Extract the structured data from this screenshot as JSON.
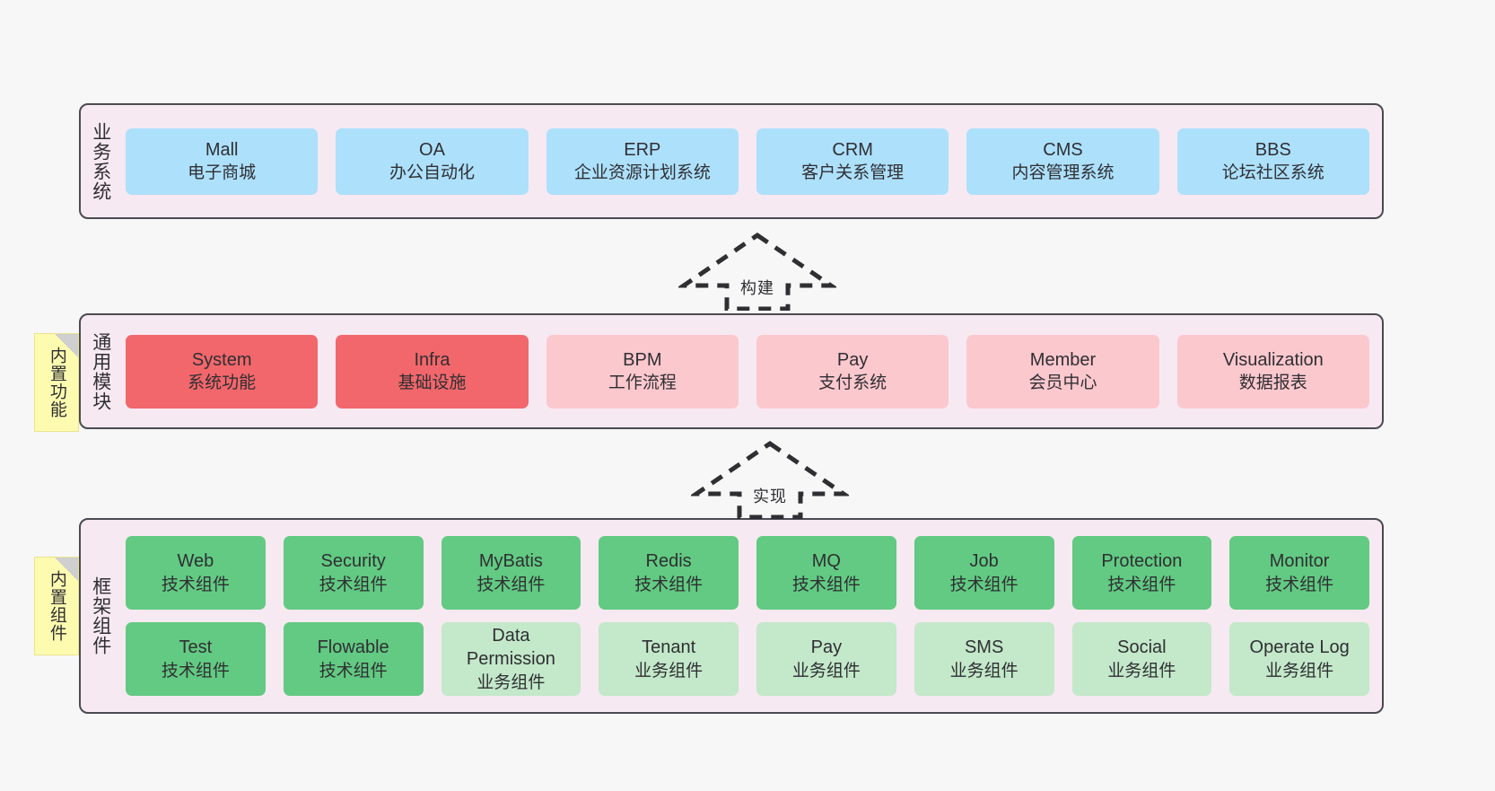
{
  "canvas": {
    "background": "#f7f7f7",
    "panel_fill": "#f7e9f2",
    "panel_border": "#4a4a52"
  },
  "layers": [
    {
      "id": "business",
      "label": "业务系统",
      "rows": [
        {
          "boxes": [
            {
              "title": "Mall",
              "sub": "电子商城",
              "color": "#ade0fb"
            },
            {
              "title": "OA",
              "sub": "办公自动化",
              "color": "#ade0fb"
            },
            {
              "title": "ERP",
              "sub": "企业资源计划系统",
              "color": "#ade0fb"
            },
            {
              "title": "CRM",
              "sub": "客户关系管理",
              "color": "#ade0fb"
            },
            {
              "title": "CMS",
              "sub": "内容管理系统",
              "color": "#ade0fb"
            },
            {
              "title": "BBS",
              "sub": "论坛社区系统",
              "color": "#ade0fb"
            }
          ]
        }
      ]
    },
    {
      "id": "common",
      "label": "通用模块",
      "sticky": "内置功能",
      "rows": [
        {
          "boxes": [
            {
              "title": "System",
              "sub": "系统功能",
              "color": "#f2676b"
            },
            {
              "title": "Infra",
              "sub": "基础设施",
              "color": "#f2676b"
            },
            {
              "title": "BPM",
              "sub": "工作流程",
              "color": "#fbc8ce"
            },
            {
              "title": "Pay",
              "sub": "支付系统",
              "color": "#fbc8ce"
            },
            {
              "title": "Member",
              "sub": "会员中心",
              "color": "#fbc8ce"
            },
            {
              "title": "Visualization",
              "sub": "数据报表",
              "color": "#fbc8ce"
            }
          ]
        }
      ]
    },
    {
      "id": "framework",
      "label": "框架组件",
      "sticky": "内置组件",
      "rows": [
        {
          "boxes": [
            {
              "title": "Web",
              "sub": "技术组件",
              "color": "#62ca82"
            },
            {
              "title": "Security",
              "sub": "技术组件",
              "color": "#62ca82"
            },
            {
              "title": "MyBatis",
              "sub": "技术组件",
              "color": "#62ca82"
            },
            {
              "title": "Redis",
              "sub": "技术组件",
              "color": "#62ca82"
            },
            {
              "title": "MQ",
              "sub": "技术组件",
              "color": "#62ca82"
            },
            {
              "title": "Job",
              "sub": "技术组件",
              "color": "#62ca82"
            },
            {
              "title": "Protection",
              "sub": "技术组件",
              "color": "#62ca82"
            },
            {
              "title": "Monitor",
              "sub": "技术组件",
              "color": "#62ca82"
            }
          ]
        },
        {
          "boxes": [
            {
              "title": "Test",
              "sub": "技术组件",
              "color": "#62ca82"
            },
            {
              "title": "Flowable",
              "sub": "技术组件",
              "color": "#62ca82"
            },
            {
              "title": "Data Permission",
              "sub": "业务组件",
              "color": "#c3e8ca"
            },
            {
              "title": "Tenant",
              "sub": "业务组件",
              "color": "#c3e8ca"
            },
            {
              "title": "Pay",
              "sub": "业务组件",
              "color": "#c3e8ca"
            },
            {
              "title": "SMS",
              "sub": "业务组件",
              "color": "#c3e8ca"
            },
            {
              "title": "Social",
              "sub": "业务组件",
              "color": "#c3e8ca"
            },
            {
              "title": "Operate Log",
              "sub": "业务组件",
              "color": "#c3e8ca"
            }
          ]
        }
      ]
    }
  ],
  "arrows": [
    {
      "id": "build",
      "label": "构建",
      "direction": "up",
      "style": "dashed-hollow"
    },
    {
      "id": "impl",
      "label": "实现",
      "direction": "up",
      "style": "dashed-hollow"
    }
  ]
}
